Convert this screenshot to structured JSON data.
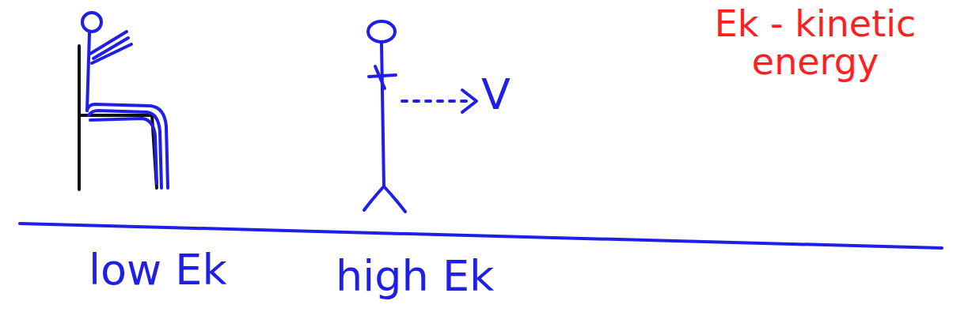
{
  "diagram": {
    "labels": [
      "Ek - kinetic energy",
      "V",
      "low Ek",
      "high Ek"
    ]
  }
}
